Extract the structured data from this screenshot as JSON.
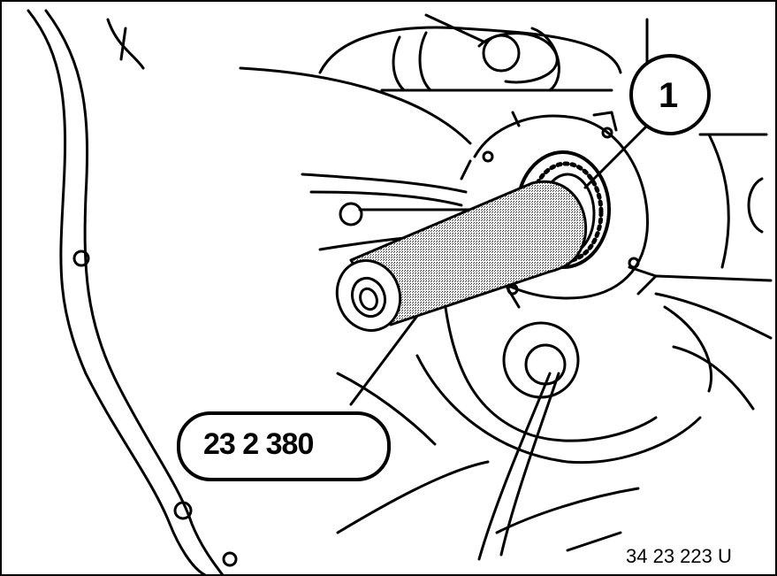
{
  "callout_number": "1",
  "tool_number": "23 2 380",
  "figure_code": "34 23 223 U"
}
